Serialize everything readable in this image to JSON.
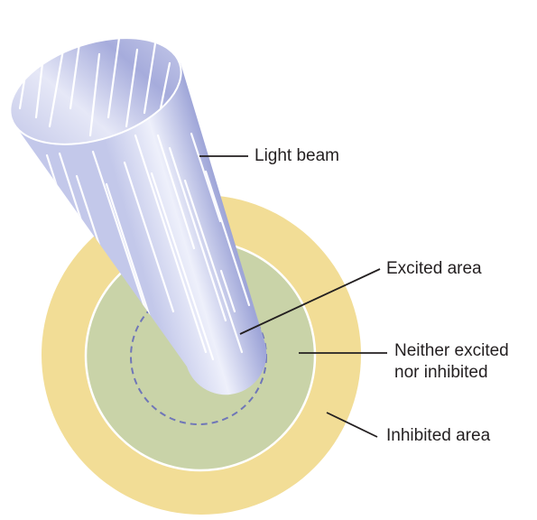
{
  "labels": {
    "light_beam": "Light beam",
    "excited_area": "Excited area",
    "neither_line1": "Neither excited",
    "neither_line2": "nor inhibited",
    "inhibited_area": "Inhibited area"
  },
  "colors": {
    "inhibited_ring": "#f2dd96",
    "neither_ring": "#c9d3a8",
    "beam_dark": "#7d85c4",
    "beam_light": "#eef0fb",
    "leader_line": "#231f20"
  }
}
